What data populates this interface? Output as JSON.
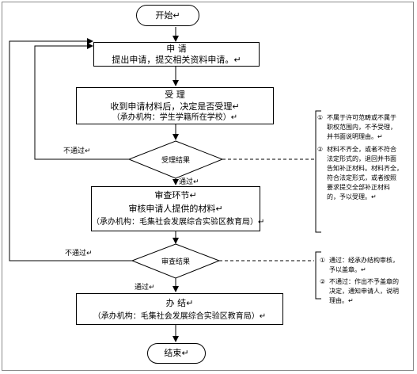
{
  "flow": {
    "start": "开始↵",
    "apply": {
      "title": "申  请",
      "desc": "提出申请，提交相关资料申请。↵"
    },
    "accept": {
      "title": "受  理",
      "desc": "收到申请材料后，决定是否受理↵",
      "org": "（承办机构：学生学籍所在学校）↵"
    },
    "decision1": "受理结果",
    "review": {
      "title": "审查环节↵",
      "desc": "审核申请人提供的材料↵",
      "org": "（承办机构：毛集社会发展综合实验区教育局）↵"
    },
    "decision2": "审查结果",
    "conclude": {
      "title": "办  结↵",
      "org": "（承办机构：毛集社会发展综合实验区教育局）↵"
    },
    "end": "结束↵",
    "edge_labels": {
      "reject1": "不通过↵",
      "pass1": "通过↵",
      "reject2": "不通过↵",
      "pass2": "通过↵"
    }
  },
  "notes": {
    "accept_note": [
      {
        "num": "①",
        "lines": [
          "不属于许可范畴或不属于",
          "职权范围内，不予受理，",
          "并书面说明理由。↵"
        ]
      },
      {
        "num": "②",
        "lines": [
          "材料不齐全，或者不符合",
          "法定形式的，退回并书面",
          "告知补正材料。材料齐全，",
          "符合法定形式，或者按照",
          "要求提交全部补正材料",
          "的，予以受理。↵"
        ]
      }
    ],
    "review_note": [
      {
        "num": "①",
        "lines": [
          "通过：经承办结构审核，",
          "予以盖章。↵"
        ]
      },
      {
        "num": "②",
        "lines": [
          "不通过：作出不予盖章的",
          "决定，通知申请人，说明",
          "理由。↵"
        ]
      }
    ]
  }
}
